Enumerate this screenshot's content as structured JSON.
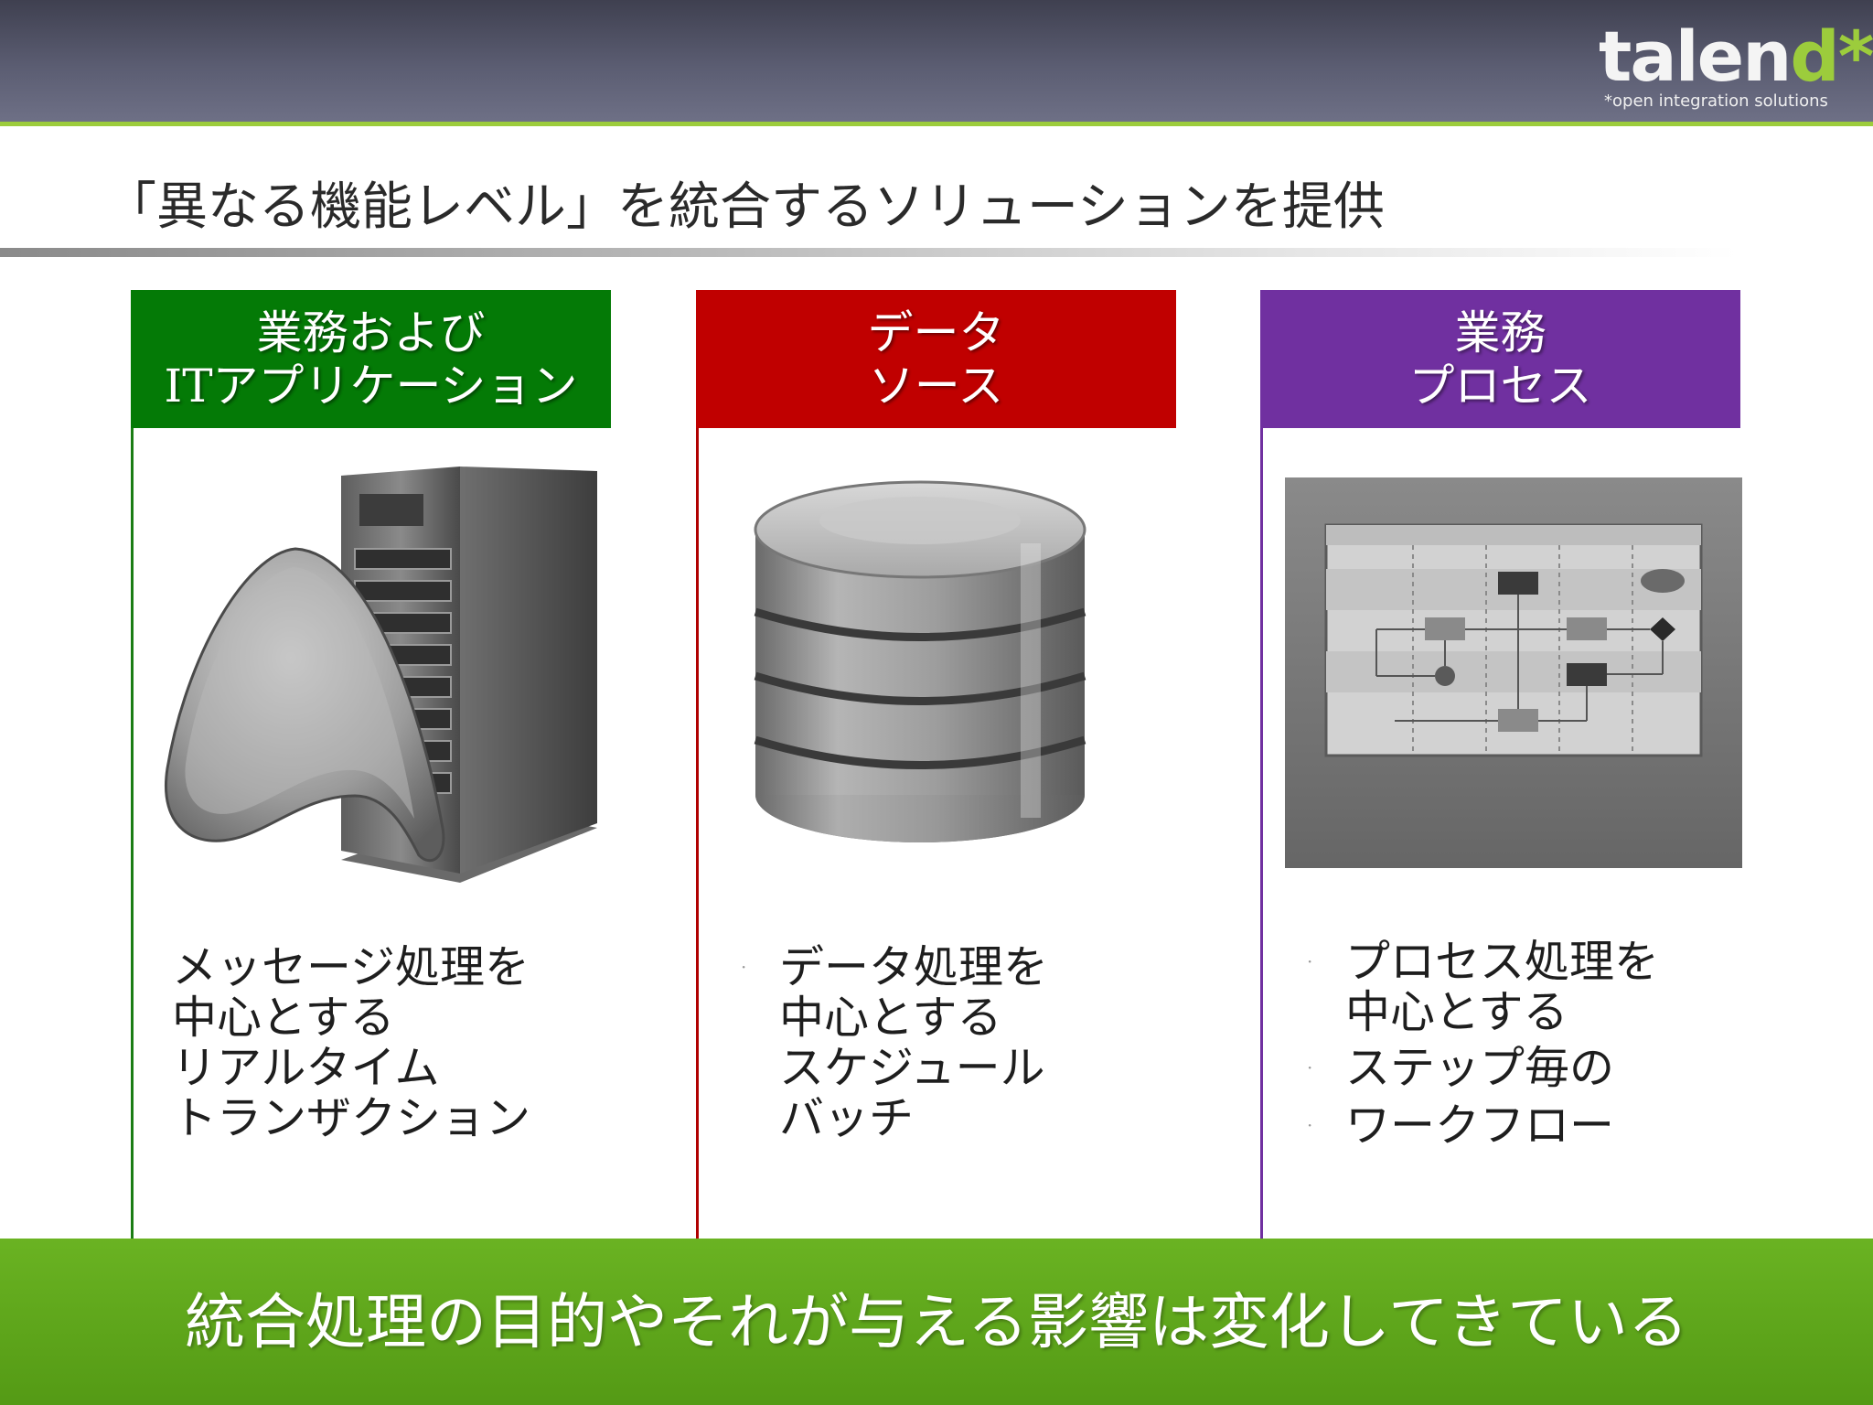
{
  "brand": {
    "word": "talen",
    "word_accent": "d*",
    "tagline": "*open integration solutions",
    "accent_color": "#9ccc3c"
  },
  "title": "「異なる機能レベル」を統合するソリューションを提供",
  "columns": [
    {
      "header_lines": [
        "業務および",
        "ITアプリケーション"
      ],
      "header_color": "#047a06",
      "icon": "server-icon",
      "items": [
        {
          "lines": [
            "メッセージ処理を",
            "中心とする",
            "リアルタイム",
            "トランザクション"
          ]
        }
      ]
    },
    {
      "header_lines": [
        "データ",
        "ソース"
      ],
      "header_color": "#c00000",
      "icon": "database-icon",
      "items": [
        {
          "lines": [
            "データ処理を",
            "中心とする",
            "スケジュール",
            "バッチ"
          ]
        }
      ]
    },
    {
      "header_lines": [
        "業務",
        "プロセス"
      ],
      "header_color": "#7030a0",
      "icon": "workflow-diagram-icon",
      "items": [
        {
          "lines": [
            "プロセス処理を",
            "中心とする"
          ]
        },
        {
          "lines": [
            "ステップ毎の"
          ]
        },
        {
          "lines": [
            "ワークフロー"
          ]
        }
      ]
    }
  ],
  "bullet_char": "·",
  "footer": "統合処理の目的やそれが与える影響は変化してきている"
}
